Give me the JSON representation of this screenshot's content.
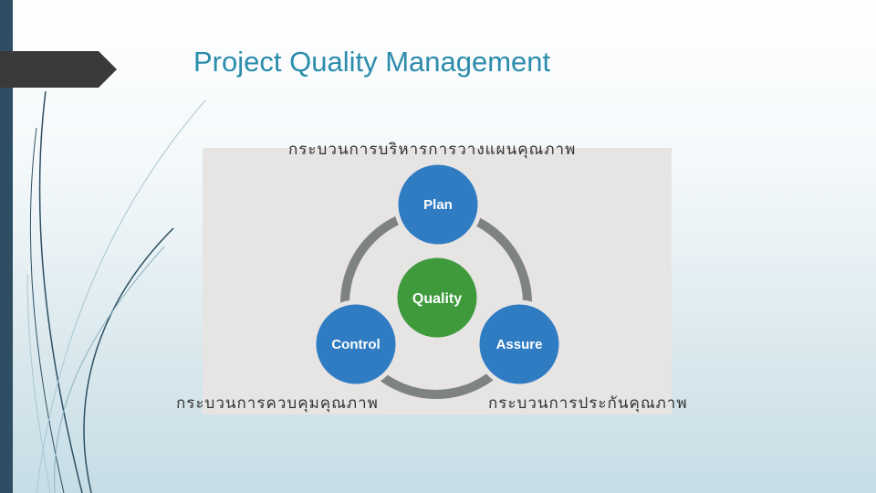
{
  "slide": {
    "title": "Project Quality Management"
  },
  "diagram": {
    "center": "Quality",
    "nodes": {
      "plan": "Plan",
      "control": "Control",
      "assure": "Assure"
    },
    "colors": {
      "node_blue": "#2f7cc3",
      "center_green": "#3f9a3c",
      "ring_gray": "#7f8283",
      "panel_bg": "#e7e4e4"
    }
  },
  "captions": {
    "plan": "กระบวนการบริหารการวางแผนคุณภาพ",
    "control": "กระบวนการควบคุมคุณภาพ",
    "assure": "กระบวนการประกันคุณภาพ"
  },
  "theme": {
    "accent": "#2b8cab",
    "sidebar": "#2e4f63"
  }
}
